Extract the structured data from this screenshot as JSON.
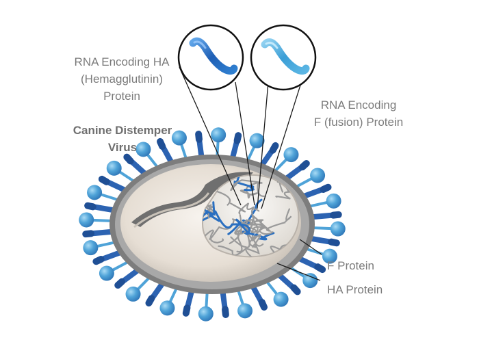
{
  "labels": {
    "rna_ha": [
      "RNA Encoding HA",
      "(Hemagglutinin)",
      "Protein"
    ],
    "rna_f": [
      "RNA Encoding",
      "F (fusion) Protein"
    ],
    "virus_name": [
      "Canine Distemper",
      "Virus"
    ],
    "f_protein": "F Protein",
    "ha_protein": "HA Protein"
  },
  "colors": {
    "ha_rna": "#2a6fc0",
    "f_rna": "#3fa6d6",
    "spike_dark": "#2c63b2",
    "spike_light": "#4fa3d8",
    "envelope": "#8d8d8d",
    "interior": "#e8e1d9",
    "label_text": "#7b7b7b"
  },
  "icons": [
    "ha-rna-strand-icon",
    "f-rna-strand-icon",
    "virus-particle-icon"
  ]
}
